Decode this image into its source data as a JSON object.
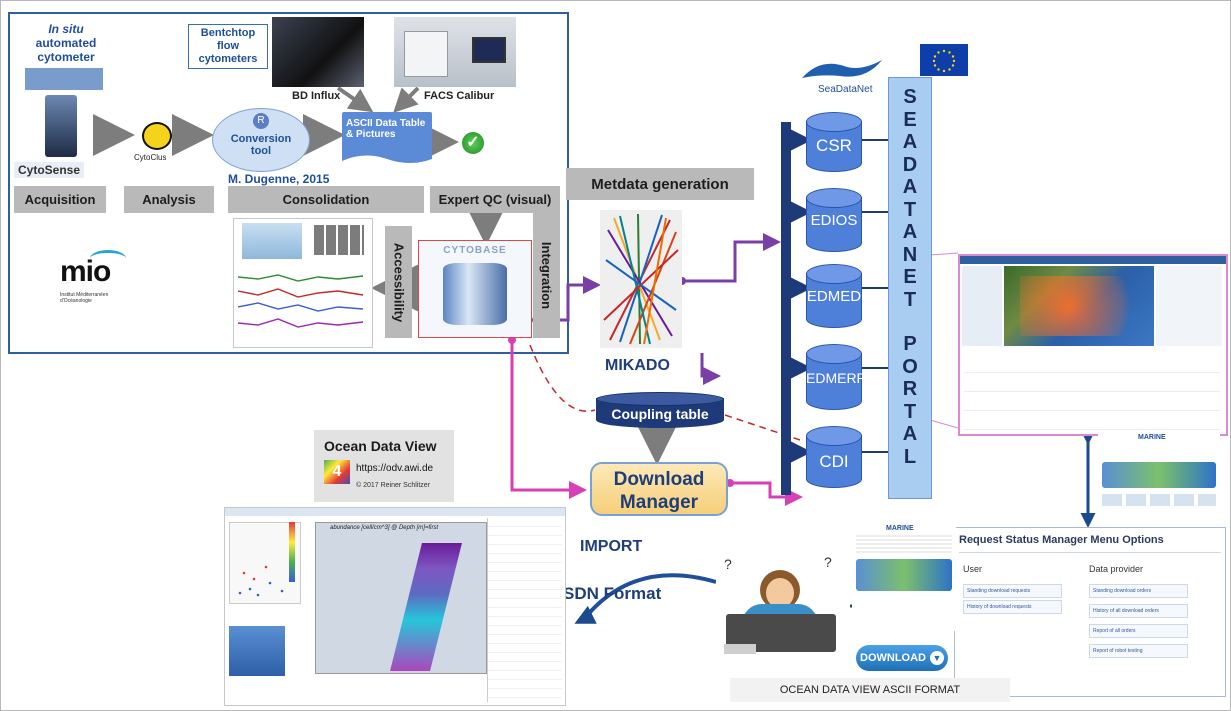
{
  "panel": {
    "in_situ_line1": "In situ",
    "in_situ_line2": "automated",
    "in_situ_line3": "cytometer",
    "cytosense": "CytoSense",
    "cytoclus": "CytoClus",
    "bentchtop_line1": "Bentchtop",
    "bentchtop_line2": "flow",
    "bentchtop_line3": "cytometers",
    "bd_influx": "BD Influx",
    "facs_calibur": "FACS Calibur",
    "conversion_line1": "Conversion",
    "conversion_line2": "tool",
    "conversion_icon": "R",
    "ascii_line1": "ASCII Data Table",
    "ascii_line2": "& Pictures",
    "author": "M. Dugenne, 2015",
    "stage_acquisition": "Acquisition",
    "stage_analysis": "Analysis",
    "stage_consolidation": "Consolidation",
    "stage_expert_qc": "Expert QC (visual)",
    "accessibility": "Accessibility",
    "integration": "Integration",
    "cytobase": "CYTOBASE",
    "mio_logo": "mio",
    "mio_sub1": "Institut Méditerranéen",
    "mio_sub2": "d'Océanologie"
  },
  "metadata_generation": "Metdata generation",
  "mikado": "MIKADO",
  "coupling_table": "Coupling table",
  "download_manager_line1": "Download",
  "download_manager_line2": "Manager",
  "databases": [
    "CSR",
    "EDIOS",
    "EDMED",
    "EDMERP",
    "CDI"
  ],
  "seadatanet_logo": "SeaDataNet",
  "portal_letters": [
    "S",
    "E",
    "A",
    "D",
    "A",
    "T",
    "A",
    "N",
    "E",
    "T",
    "",
    "P",
    "O",
    "R",
    "T",
    "A",
    "L"
  ],
  "odv": {
    "title": "Ocean Data View",
    "url": "https://odv.awi.de",
    "copyright": "© 2017 Reiner Schlitzer",
    "logo_number": "4"
  },
  "import_label": "IMPORT",
  "sdn_format": "SDN Format",
  "odv_ascii_format": "OCEAN DATA VIEW ASCII FORMAT",
  "download_button": "DOWNLOAD",
  "marine_logo": "MARINE",
  "rsm": {
    "title": "Request Status Manager Menu Options",
    "user_header": "User",
    "provider_header": "Data provider",
    "user_links": [
      "Standing download requests",
      "History of download requests"
    ],
    "provider_links": [
      "Standing download orders",
      "History of all download orders",
      "Report of all orders",
      "Report of robot testing"
    ]
  },
  "odv_plot": {
    "abundance_title": "abundance [cell/cm^3] @ Depth [m]=first"
  },
  "colors": {
    "panel_border": "#2f5f9f",
    "db_fill": "#4f80d9",
    "portal_fill": "#a9cdf0",
    "purple_arrow": "#7a3fa6",
    "magenta_arrow": "#d63fb5",
    "navy_arrow": "#1f3a78",
    "dashed_red": "#c62828"
  }
}
